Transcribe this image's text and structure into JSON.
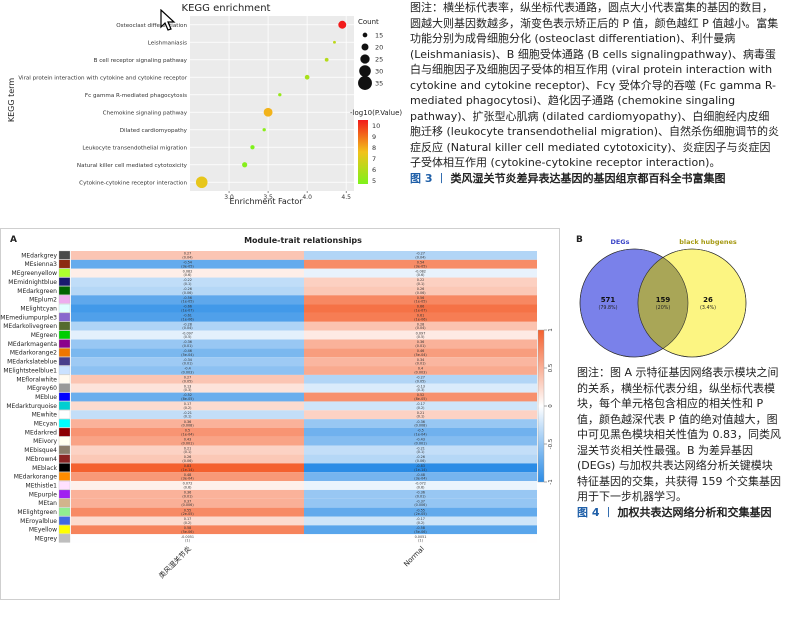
{
  "kegg": {
    "title": "KEGG enrichment",
    "xlabel": "Enrichment Factor",
    "ylabel": "KEGG term",
    "count_legend_title": "Count",
    "count_legend": [
      "15",
      "20",
      "25",
      "30",
      "35"
    ],
    "color_legend_title": "-log10(P.Value)",
    "color_legend": [
      "10",
      "9",
      "8",
      "7",
      "6",
      "5"
    ],
    "x_ticks": [
      "3.0",
      "3.5",
      "4.0",
      "4.5"
    ],
    "xlim": [
      2.5,
      4.6
    ]
  },
  "chart_data": [
    {
      "type": "scatter",
      "title": "KEGG enrichment",
      "xlabel": "Enrichment Factor",
      "ylabel": "KEGG term",
      "xlim": [
        2.5,
        4.6
      ],
      "categories": [
        "Osteoclast differentiation",
        "Leishmaniasis",
        "B cell receptor signaling pathway",
        "Viral protein interaction with cytokine and cytokine receptor",
        "Fc gamma R-mediated phagocytosis",
        "Chemokine signaling pathway",
        "Dilated cardiomyopathy",
        "Leukocyte transendothelial migration",
        "Natural killer cell mediated cytotoxicity",
        "Cytokine-cytokine receptor interaction"
      ],
      "x": [
        4.45,
        4.35,
        4.25,
        4.0,
        3.65,
        3.5,
        3.45,
        3.3,
        3.2,
        2.65
      ],
      "count": [
        22,
        11,
        13,
        15,
        12,
        24,
        12,
        14,
        16,
        30
      ],
      "neg_log10_p": [
        10.5,
        6.5,
        6.3,
        6.0,
        5.6,
        8.0,
        5.3,
        5.0,
        5.2,
        7.5
      ],
      "grid": true
    },
    {
      "type": "heatmap",
      "title": "Module-trait relationships",
      "columns": [
        "类风湿关节炎",
        "Normal"
      ],
      "rows": [
        {
          "name": "MEdarkgrey",
          "color": "#4a4a4a",
          "v": [
            0.27,
            -0.27
          ],
          "p": [
            "(0.04)",
            "(0.04)"
          ]
        },
        {
          "name": "MEsienna3",
          "color": "#8c2a12",
          "v": [
            -0.54,
            0.54
          ],
          "p": [
            "(3e-05)",
            "(3e-05)"
          ]
        },
        {
          "name": "MEgreenyellow",
          "color": "#adff2f",
          "v": [
            0.082,
            -0.082
          ],
          "p": [
            "(0.6)",
            "(0.6)"
          ]
        },
        {
          "name": "MEmidnightblue",
          "color": "#191970",
          "v": [
            -0.22,
            0.22
          ],
          "p": [
            "(0.1)",
            "(0.1)"
          ]
        },
        {
          "name": "MEdarkgreen",
          "color": "#006400",
          "v": [
            -0.26,
            0.26
          ],
          "p": [
            "(0.06)",
            "(0.06)"
          ]
        },
        {
          "name": "MEplum2",
          "color": "#eeaeee",
          "v": [
            -0.56,
            0.56
          ],
          "p": [
            "(1e-05)",
            "(1e-05)"
          ]
        },
        {
          "name": "MElightcyan",
          "color": "#e0ffff",
          "v": [
            -0.66,
            0.66
          ],
          "p": [
            "(1e-07)",
            "(1e-07)"
          ]
        },
        {
          "name": "MEmediumpurple3",
          "color": "#8968cd",
          "v": [
            -0.61,
            0.61
          ],
          "p": [
            "(1e-06)",
            "(1e-06)"
          ]
        },
        {
          "name": "MEdarkolivegreen",
          "color": "#556b2f",
          "v": [
            -0.28,
            0.28
          ],
          "p": [
            "(0.04)",
            "(0.04)"
          ]
        },
        {
          "name": "MEgreen",
          "color": "#00cd00",
          "v": [
            -0.097,
            0.097
          ],
          "p": [
            "(0.5)",
            "(0.5)"
          ]
        },
        {
          "name": "MEdarkmagenta",
          "color": "#8b008b",
          "v": [
            -0.36,
            0.36
          ],
          "p": [
            "(0.01)",
            "(0.01)"
          ]
        },
        {
          "name": "MEdarkorange2",
          "color": "#ee7600",
          "v": [
            -0.46,
            0.46
          ],
          "p": [
            "(5e-04)",
            "(5e-04)"
          ]
        },
        {
          "name": "MEdarkslateblue",
          "color": "#483d8b",
          "v": [
            -0.34,
            0.34
          ],
          "p": [
            "(0.01)",
            "(0.01)"
          ]
        },
        {
          "name": "MElightsteelblue1",
          "color": "#cae1ff",
          "v": [
            -0.4,
            0.4
          ],
          "p": [
            "(0.003)",
            "(0.003)"
          ]
        },
        {
          "name": "MEfloralwhite",
          "color": "#fffaf0",
          "v": [
            0.27,
            -0.27
          ],
          "p": [
            "(0.05)",
            "(0.05)"
          ]
        },
        {
          "name": "MEgrey60",
          "color": "#999999",
          "v": [
            0.13,
            -0.13
          ],
          "p": [
            "(0.3)",
            "(0.3)"
          ]
        },
        {
          "name": "MEblue",
          "color": "#0000ff",
          "v": [
            -0.52,
            0.52
          ],
          "p": [
            "(8e-05)",
            "(8e-05)"
          ]
        },
        {
          "name": "MEdarkturquoise",
          "color": "#00ced1",
          "v": [
            0.17,
            -0.17
          ],
          "p": [
            "(0.2)",
            "(0.2)"
          ]
        },
        {
          "name": "MEwhite",
          "color": "#ffffff",
          "v": [
            -0.21,
            0.21
          ],
          "p": [
            "(0.1)",
            "(0.1)"
          ]
        },
        {
          "name": "MEcyan",
          "color": "#00ffff",
          "v": [
            0.36,
            -0.36
          ],
          "p": [
            "(0.008)",
            "(0.008)"
          ]
        },
        {
          "name": "MEdarkred",
          "color": "#8b0000",
          "v": [
            0.5,
            -0.5
          ],
          "p": [
            "(1e-04)",
            "(1e-04)"
          ]
        },
        {
          "name": "MEivory",
          "color": "#fffff0",
          "v": [
            0.43,
            -0.43
          ],
          "p": [
            "(0.001)",
            "(0.001)"
          ]
        },
        {
          "name": "MEbisque4",
          "color": "#8b7d6b",
          "v": [
            0.21,
            -0.21
          ],
          "p": [
            "(0.1)",
            "(0.1)"
          ]
        },
        {
          "name": "MEbrown4",
          "color": "#8b2323",
          "v": [
            0.26,
            -0.26
          ],
          "p": [
            "(0.06)",
            "(0.06)"
          ]
        },
        {
          "name": "MEblack",
          "color": "#000000",
          "v": [
            0.83,
            -0.83
          ],
          "p": [
            "(1e-14)",
            "(1e-14)"
          ]
        },
        {
          "name": "MEdarkorange",
          "color": "#ff8c00",
          "v": [
            0.48,
            -0.48
          ],
          "p": [
            "(3e-04)",
            "(3e-04)"
          ]
        },
        {
          "name": "MEthistle1",
          "color": "#ffe1ff",
          "v": [
            0.072,
            -0.072
          ],
          "p": [
            "(0.6)",
            "(0.6)"
          ]
        },
        {
          "name": "MEpurple",
          "color": "#a020f0",
          "v": [
            0.36,
            -0.36
          ],
          "p": [
            "(0.01)",
            "(0.01)"
          ]
        },
        {
          "name": "MEtan",
          "color": "#d2b48c",
          "v": [
            0.37,
            -0.37
          ],
          "p": [
            "(0.006)",
            "(0.006)"
          ]
        },
        {
          "name": "MElightgreen",
          "color": "#90ee90",
          "v": [
            0.55,
            -0.55
          ],
          "p": [
            "(2e-05)",
            "(2e-05)"
          ]
        },
        {
          "name": "MEroyalblue",
          "color": "#4169e1",
          "v": [
            0.17,
            -0.17
          ],
          "p": [
            "(0.2)",
            "(0.2)"
          ]
        },
        {
          "name": "MEyellow",
          "color": "#ffff00",
          "v": [
            0.58,
            -0.58
          ],
          "p": [
            "(5e-06)",
            "(5e-06)"
          ]
        },
        {
          "name": "MEgrey",
          "color": "#bebebe",
          "v": [
            -0.0051,
            0.0051
          ],
          "p": [
            "(1)",
            "(1)"
          ]
        }
      ],
      "scale_ticks": [
        "1",
        "0.5",
        "0",
        "-0.5",
        "-1"
      ],
      "low_color": "#2b8ce6",
      "mid_color": "#ffffff",
      "high_color": "#f4612f"
    },
    {
      "type": "venn",
      "sets": [
        {
          "name": "DEGs",
          "color": "#6b73e8"
        },
        {
          "name": "black hubgenes",
          "color": "#fbf36c"
        }
      ],
      "regions": [
        {
          "label": "571",
          "pct": "(79.8%)"
        },
        {
          "label": "159",
          "pct": "(20%)"
        },
        {
          "label": "26",
          "pct": "(3.4%)"
        }
      ]
    }
  ],
  "panel_labels": {
    "a": "A",
    "b": "B"
  },
  "fig3": {
    "caption_lead": "图注：",
    "caption_body": "横坐标代表率，纵坐标代表通路，圆点大小代表富集的基因的数目，圆越大则基因数越多，渐变色表示矫正后的 P 值，颜色越红 P 值越小。富集功能分别为成骨细胞分化 (osteoclast differentiation)、利什曼病 (Leishmaniasis)、B 细胞受体通路 (B cells signalingpathway)、病毒蛋白与细胞因子及细胞因子受体的相互作用 (viral protein interaction with cytokine and cytokine receptor)、Fcγ 受体介导的吞噬 (Fc gamma R-mediated phagocytosi)、趋化因子通路 (chemokine singaling pathway)、扩张型心肌病 (dilated cardiomyopathy)、白细胞经内皮细胞迁移 (leukocyte transendothelial migration)、自然杀伤细胞调节的炎症反应 (Natural killer cell mediated cytotoxicity)、炎症因子与炎症因子受体相互作用 (cytokine-cytokine receptor interaction)。",
    "fig_label": "图 3",
    "fig_title": "类风湿关节炎差异表达基因的基因组京都百科全书富集图"
  },
  "fig4": {
    "caption_lead": "图注：",
    "caption_body": "图 A 示特征基因网络表示模块之间的关系，横坐标代表分组，纵坐标代表模块，每个单元格包含相应的相关性和 P 值，颜色越深代表 P 值的绝对值越大，图中可见黑色模块相关性值为 0.83，同类风湿关节炎相关性最强。B 为差异基因 (DEGs) 与加权共表达网络分析关键模块特征基因的交集，共获得 159 个交集基因用于下一步机器学习。",
    "fig_label": "图 4",
    "fig_title": "加权共表达网络分析和交集基因"
  }
}
